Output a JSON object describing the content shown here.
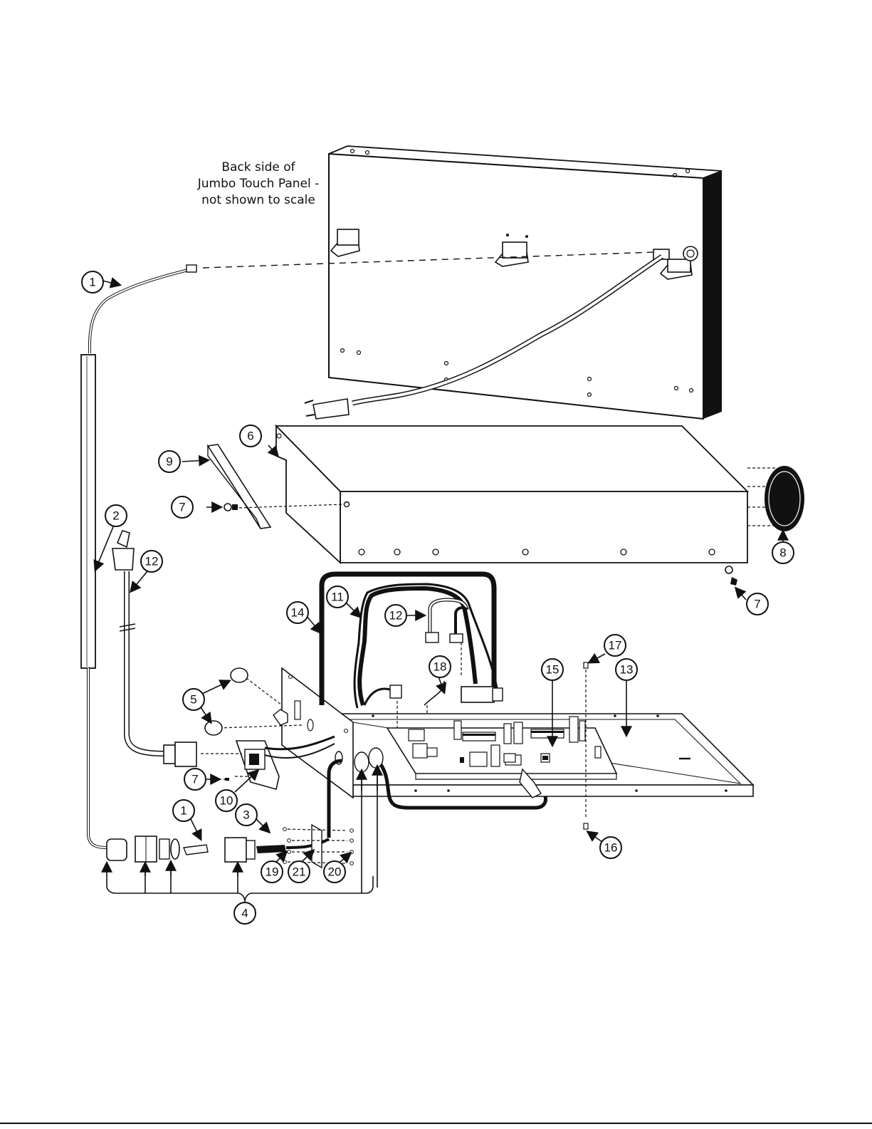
{
  "diagram": {
    "note_lines": [
      "Back side of",
      "Jumbo Touch Panel -",
      "not shown to scale"
    ],
    "callouts": [
      "1",
      "2",
      "1",
      "3",
      "4",
      "5",
      "6",
      "7",
      "7",
      "7",
      "8",
      "9",
      "10",
      "11",
      "12",
      "12",
      "13",
      "14",
      "15",
      "16",
      "17",
      "18",
      "19",
      "20",
      "21"
    ]
  }
}
